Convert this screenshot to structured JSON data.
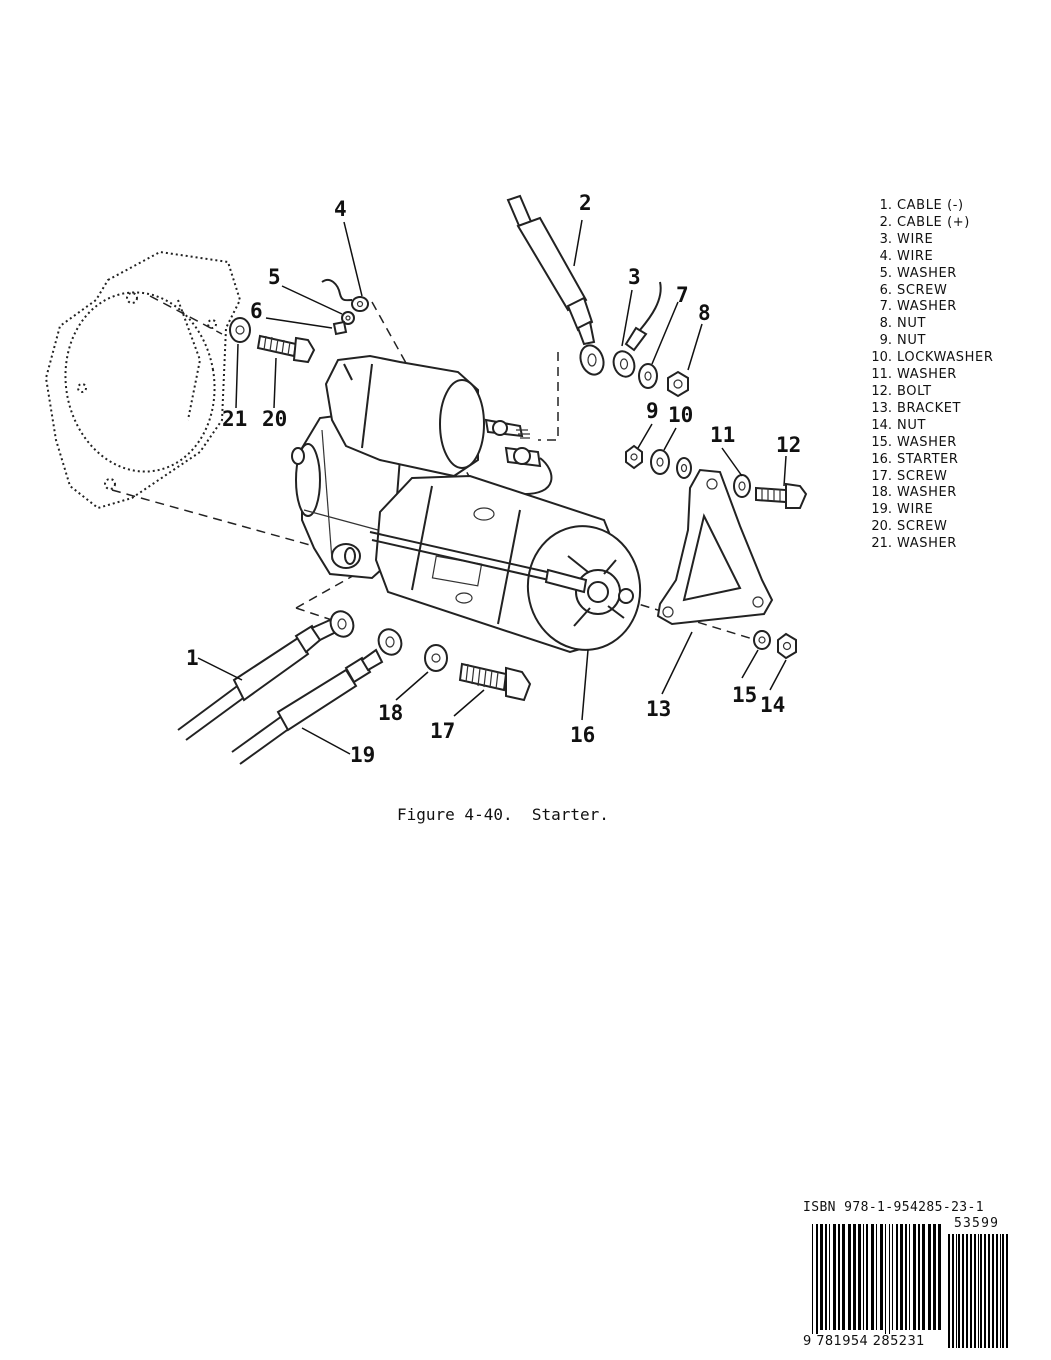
{
  "legend": [
    {
      "num": "1.",
      "name": "CABLE (-)"
    },
    {
      "num": "2.",
      "name": "CABLE (+)"
    },
    {
      "num": "3.",
      "name": "WIRE"
    },
    {
      "num": "4.",
      "name": "WIRE"
    },
    {
      "num": "5.",
      "name": "WASHER"
    },
    {
      "num": "6.",
      "name": "SCREW"
    },
    {
      "num": "7.",
      "name": "WASHER"
    },
    {
      "num": "8.",
      "name": "NUT"
    },
    {
      "num": "9.",
      "name": "NUT"
    },
    {
      "num": "10.",
      "name": "LOCKWASHER"
    },
    {
      "num": "11.",
      "name": "WASHER"
    },
    {
      "num": "12.",
      "name": "BOLT"
    },
    {
      "num": "13.",
      "name": "BRACKET"
    },
    {
      "num": "14.",
      "name": "NUT"
    },
    {
      "num": "15.",
      "name": "WASHER"
    },
    {
      "num": "16.",
      "name": "STARTER"
    },
    {
      "num": "17.",
      "name": "SCREW"
    },
    {
      "num": "18.",
      "name": "WASHER"
    },
    {
      "num": "19.",
      "name": "WIRE"
    },
    {
      "num": "20.",
      "name": "SCREW"
    },
    {
      "num": "21.",
      "name": "WASHER"
    }
  ],
  "callouts": [
    "1",
    "2",
    "3",
    "4",
    "5",
    "6",
    "7",
    "8",
    "9",
    "10",
    "11",
    "12",
    "13",
    "14",
    "15",
    "16",
    "17",
    "18",
    "19",
    "20",
    "21"
  ],
  "caption": "Figure 4-40.  Starter.",
  "barcode": {
    "isbn": "ISBN 978-1-954285-23-1",
    "price_code": "53599",
    "ean": "9 781954 285231"
  }
}
